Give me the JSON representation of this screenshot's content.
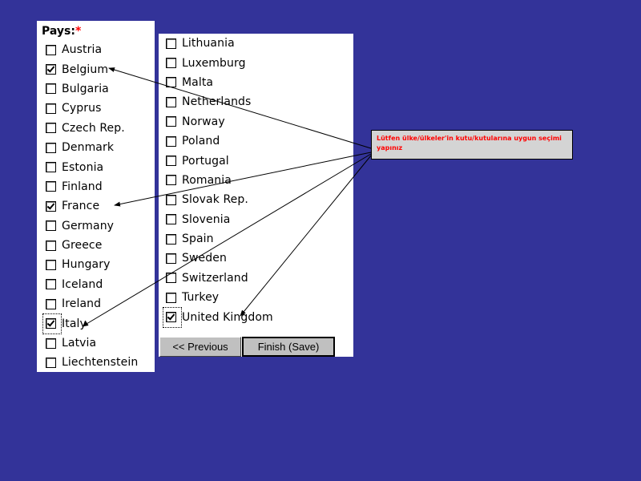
{
  "field": {
    "label": "Pays:",
    "required_marker": "*"
  },
  "countries_left": [
    {
      "name": "Austria",
      "checked": false
    },
    {
      "name": "Belgium",
      "checked": true
    },
    {
      "name": "Bulgaria",
      "checked": false
    },
    {
      "name": "Cyprus",
      "checked": false
    },
    {
      "name": "Czech Rep.",
      "checked": false
    },
    {
      "name": "Denmark",
      "checked": false
    },
    {
      "name": "Estonia",
      "checked": false
    },
    {
      "name": "Finland",
      "checked": false
    },
    {
      "name": "France",
      "checked": true
    },
    {
      "name": "Germany",
      "checked": false
    },
    {
      "name": "Greece",
      "checked": false
    },
    {
      "name": "Hungary",
      "checked": false
    },
    {
      "name": "Iceland",
      "checked": false
    },
    {
      "name": "Ireland",
      "checked": false
    },
    {
      "name": "Italy",
      "checked": true
    },
    {
      "name": "Latvia",
      "checked": false
    },
    {
      "name": "Liechtenstein",
      "checked": false
    }
  ],
  "countries_right": [
    {
      "name": "Lithuania",
      "checked": false
    },
    {
      "name": "Luxemburg",
      "checked": false
    },
    {
      "name": "Malta",
      "checked": false
    },
    {
      "name": "Netherlands",
      "checked": false
    },
    {
      "name": "Norway",
      "checked": false
    },
    {
      "name": "Poland",
      "checked": false
    },
    {
      "name": "Portugal",
      "checked": false
    },
    {
      "name": "Romania",
      "checked": false
    },
    {
      "name": "Slovak Rep.",
      "checked": false
    },
    {
      "name": "Slovenia",
      "checked": false
    },
    {
      "name": "Spain",
      "checked": false
    },
    {
      "name": "Sweden",
      "checked": false
    },
    {
      "name": "Switzerland",
      "checked": false
    },
    {
      "name": "Turkey",
      "checked": false
    },
    {
      "name": "United Kingdom",
      "checked": true
    }
  ],
  "buttons": {
    "previous": "<< Previous",
    "finish": "Finish (Save)"
  },
  "callout": {
    "text": "Lütfen ülke/ülkeler'in kutu/kutularına uygun seçimi yapınız"
  },
  "colors": {
    "background": "#333399",
    "callout_text": "#ff0000",
    "required_marker": "#ff0000",
    "button_face": "#c0c0c0"
  }
}
